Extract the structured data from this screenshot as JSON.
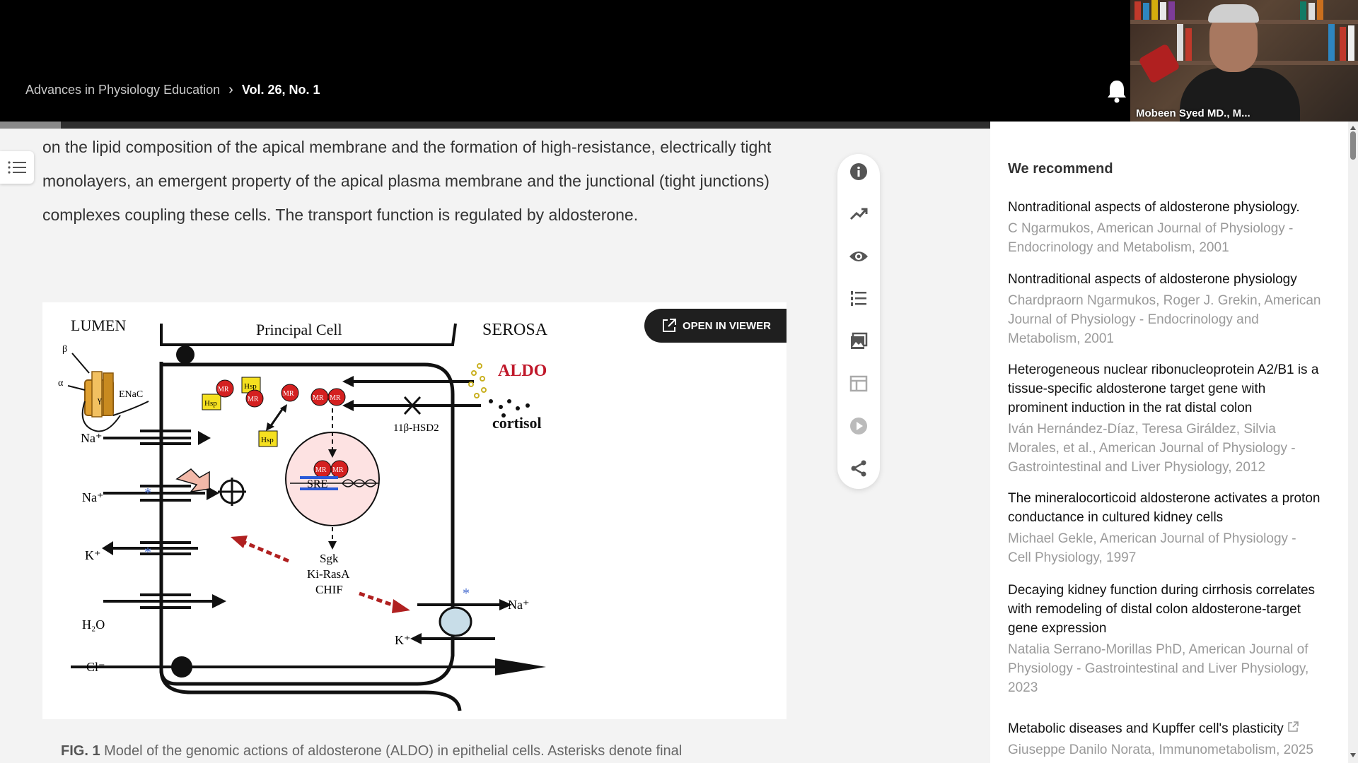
{
  "header": {
    "breadcrumb_journal": "Advances in Physiology Education",
    "breadcrumb_issue": "Vol. 26, No. 1",
    "reading_progress": 0.045
  },
  "webcam": {
    "name": "Mobeen Syed MD., M..."
  },
  "article": {
    "paragraph": "on the lipid composition of the apical membrane and the formation of high-resistance, electrically tight monolayers, an emergent property of the apical plasma membrane and the junctional (tight junctions) complexes coupling these cells. The transport function is regulated by aldosterone.",
    "open_viewer_label": "OPEN IN VIEWER",
    "caption_label": "FIG. 1",
    "caption_text": " Model of the genomic actions of aldosterone (ALDO) in epithelial cells. Asterisks denote final"
  },
  "figure": {
    "lumen": "LUMEN",
    "principal_cell": "Principal Cell",
    "serosa": "SEROSA",
    "aldo": "ALDO",
    "cortisol": "cortisol",
    "hsd": "11β-HSD2",
    "enac": "ENaC",
    "beta": "β",
    "alpha": "α",
    "gamma": "γ",
    "na": "Na⁺",
    "k": "K⁺",
    "h2o": "H₂O",
    "cl": "Cl⁻",
    "hsp": "Hsp",
    "mr": "MR",
    "sre": "SRE",
    "sgk": "Sgk",
    "kirasa": "Ki-RasA",
    "chif": "CHIF"
  },
  "tools": [
    "info-icon",
    "metrics-icon",
    "views-icon",
    "references-icon",
    "figures-icon",
    "tables-icon",
    "media-icon",
    "share-icon"
  ],
  "recommend": {
    "title": "We recommend",
    "items": [
      {
        "title": "Nontraditional aspects of aldosterone physiology.",
        "meta": "C Ngarmukos, American Journal of Physiology - Endocrinology and Metabolism, 2001"
      },
      {
        "title": "Nontraditional aspects of aldosterone physiology",
        "meta": "Chardpraorn Ngarmukos, Roger J. Grekin, American Journal of Physiology - Endocrinology and Metabolism, 2001"
      },
      {
        "title": "Heterogeneous nuclear ribonucleoprotein A2/B1 is a tissue-specific aldosterone target gene with prominent induction in the rat distal colon",
        "meta": "Iván Hernández-Díaz, Teresa Giráldez, Silvia Morales, et al., American Journal of Physiology - Gastrointestinal and Liver Physiology, 2012"
      },
      {
        "title": "The mineralocorticoid aldosterone activates a proton conductance in cultured kidney cells",
        "meta": "Michael Gekle, American Journal of Physiology - Cell Physiology, 1997"
      },
      {
        "title": "Decaying kidney function during cirrhosis correlates with remodeling of distal colon aldosterone-target gene expression",
        "meta": "Natalia Serrano-Morillas PhD, American Journal of Physiology - Gastrointestinal and Liver Physiology, 2023"
      },
      {
        "title": "Metabolic diseases and Kupffer cell's plasticity",
        "meta": "Giuseppe Danilo Norata, Immunometabolism, 2025"
      }
    ]
  }
}
